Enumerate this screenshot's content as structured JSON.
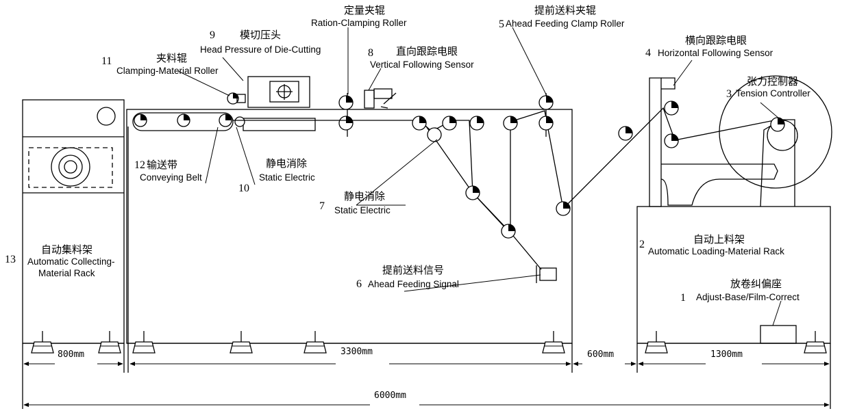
{
  "labels": {
    "l1": {
      "num": "1",
      "cn": "放卷纠偏座",
      "en": "Adjust-Base/Film-Correct"
    },
    "l2": {
      "num": "2",
      "cn": "自动上料架",
      "en": "Automatic Loading-Material Rack"
    },
    "l3": {
      "num": "3",
      "cn": "张力控制器",
      "en": "Tension Controller"
    },
    "l4": {
      "num": "4",
      "cn": "横向跟踪电眼",
      "en": "Horizontal Following Sensor"
    },
    "l5": {
      "num": "5",
      "cn": "提前送料夹辊",
      "en": "Ahead Feeding Clamp Roller"
    },
    "l6": {
      "num": "6",
      "cn": "提前送料信号",
      "en": "Ahead Feeding Signal"
    },
    "l7": {
      "num": "7",
      "cn": "静电消除",
      "en": "Static Electric"
    },
    "l8": {
      "num": "8",
      "cn": "直向跟踪电眼",
      "en": "Vertical Following Sensor"
    },
    "l9": {
      "num": "9",
      "cn": "模切压头",
      "en": "Head Pressure of Die-Cutting"
    },
    "l10": {
      "num": "10",
      "cn": "静电消除",
      "en": "Static Electric"
    },
    "l11": {
      "num": "11",
      "cn": "夹料辊",
      "en": "Clamping-Material Roller"
    },
    "l12": {
      "num": "12",
      "cn": "输送带",
      "en": "Conveying Belt"
    },
    "l13": {
      "num": "13",
      "cn": "自动集料架",
      "en": "Automatic Collecting-",
      "en2": "Material  Rack"
    },
    "ration": {
      "cn": "定量夹辊",
      "en": "Ration-Clamping Roller"
    }
  },
  "dimensions": {
    "collect": "800mm",
    "belt": "3300mm",
    "gap": "600mm",
    "load": "1300mm",
    "total": "6000mm"
  }
}
